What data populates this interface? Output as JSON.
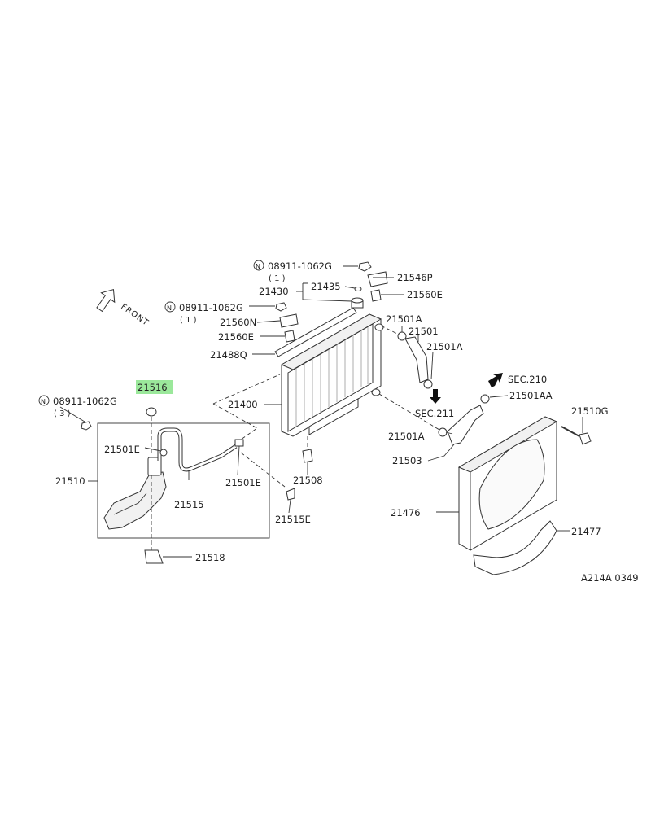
{
  "parts": {
    "p21516": "21516",
    "p21501E": "21501E",
    "p21510": "21510",
    "p21515": "21515",
    "p21501E_b": "21501E",
    "p21515E": "21515E",
    "p21518": "21518",
    "p21400": "21400",
    "p21488Q": "21488Q",
    "p21560E_l": "21560E",
    "p21560N": "21560N",
    "p21430": "21430",
    "p21435": "21435",
    "p21546P": "21546P",
    "p21560E_r": "21560E",
    "p21508": "21508",
    "p21501A_1": "21501A",
    "p21501": "21501",
    "p21501A_2": "21501A",
    "p21501A_3": "21501A",
    "p21503": "21503",
    "p21501AA": "21501AA",
    "p21510G": "21510G",
    "p21476": "21476",
    "p21477": "21477"
  },
  "bolts": {
    "top": {
      "code": "08911-1062G",
      "qty": "( 1 )",
      "prefix": "N"
    },
    "mid": {
      "code": "08911-1062G",
      "qty": "( 1 )",
      "prefix": "N"
    },
    "left": {
      "code": "08911-1062G",
      "qty": "( 3 )",
      "prefix": "N"
    }
  },
  "sections": {
    "sec210": "SEC.210",
    "sec211": "SEC.211"
  },
  "front_label": "FRONT",
  "diagram_code": "A214A 0349",
  "highlight_color": "#9be89b"
}
